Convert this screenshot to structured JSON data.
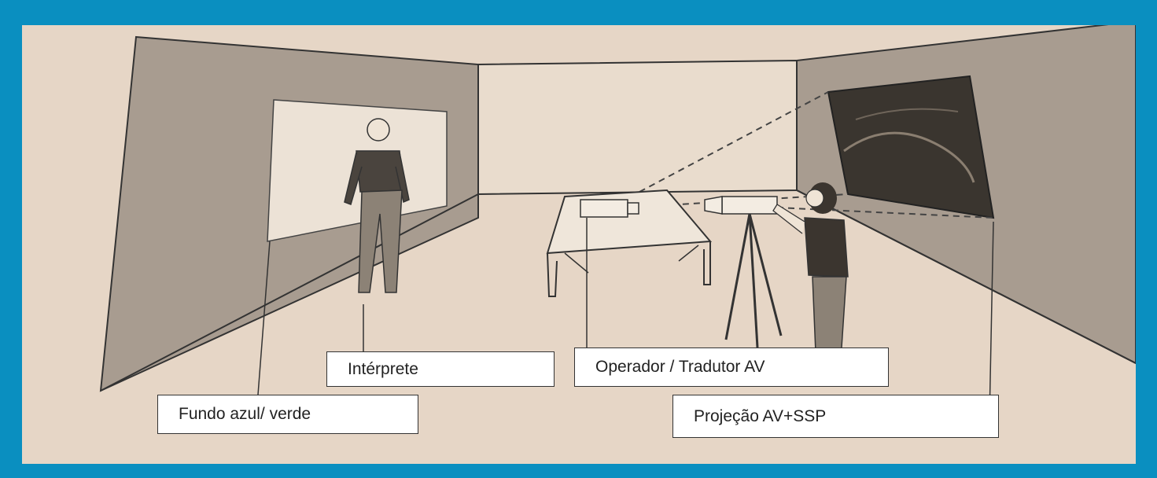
{
  "labels": {
    "interprete": "Intérprete",
    "operador": "Operador / Tradutor AV",
    "fundo": "Fundo azul/ verde",
    "projecao": "Projeção AV+SSP"
  },
  "colors": {
    "frame": "#0a8fc0",
    "paper": "#e6d6c6",
    "wall_shade": "#a89c90",
    "screen_dark": "#3a352f"
  }
}
